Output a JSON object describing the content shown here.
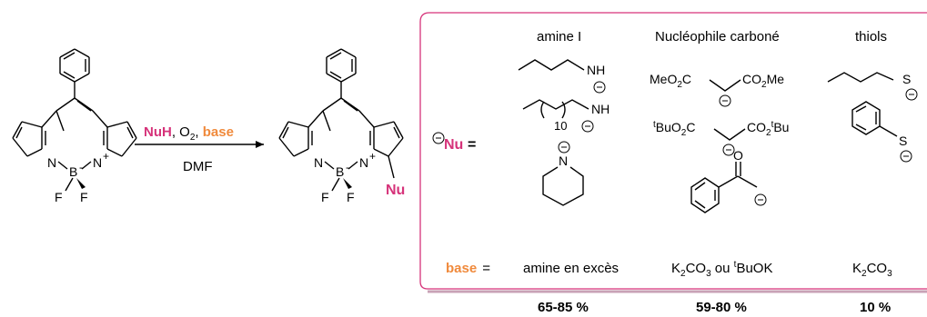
{
  "colors": {
    "nu_pink": "#d6337a",
    "base_orange": "#f08a3c",
    "frame_pink": "#d6337a",
    "frame_shadow": "#c9a2b6"
  },
  "reaction": {
    "reagent_nuh": "NuH",
    "reagent_sep1": ", ",
    "reagent_o2_main": "O",
    "reagent_o2_sub": "2",
    "reagent_sep2": ", ",
    "reagent_base": "base",
    "solvent": "DMF"
  },
  "atoms": {
    "n": "N",
    "b": "B",
    "f": "F",
    "plus": "+",
    "minus": "-",
    "product_nu": "Nu"
  },
  "legend": {
    "nu_label": "Nu",
    "equals": "=",
    "base_label": "base",
    "base_equals": "="
  },
  "columns": {
    "amines": {
      "title": "amine I",
      "nh": "NH",
      "subscript_10": "10",
      "n": "N",
      "base": "amine en excès",
      "yield": "65-85 %"
    },
    "carbon": {
      "title": "Nucléophile carboné",
      "meo2c": "MeO",
      "meo2c_tail": "C",
      "co2me": "CO",
      "co2me_tail": "Me",
      "tbuo2c_t": "t",
      "tbuo2c": "BuO",
      "tbuo2c_tail": "C",
      "co2tbu": "CO",
      "co2tbu_t": "t",
      "co2tbu_tail": "Bu",
      "sub2": "2",
      "o": "O",
      "base_k": "K",
      "base_k_sub": "2",
      "base_co": "CO",
      "base_co_sub": "3",
      "base_or": " ou ",
      "base_t": "t",
      "base_buok": "BuOK",
      "yield": "59-80 %"
    },
    "thiols": {
      "title": "thiols",
      "s": "S",
      "base_k": "K",
      "base_k_sub": "2",
      "base_co": "CO",
      "base_co_sub": "3",
      "yield": "10 %"
    }
  },
  "charge_symbol": "−"
}
